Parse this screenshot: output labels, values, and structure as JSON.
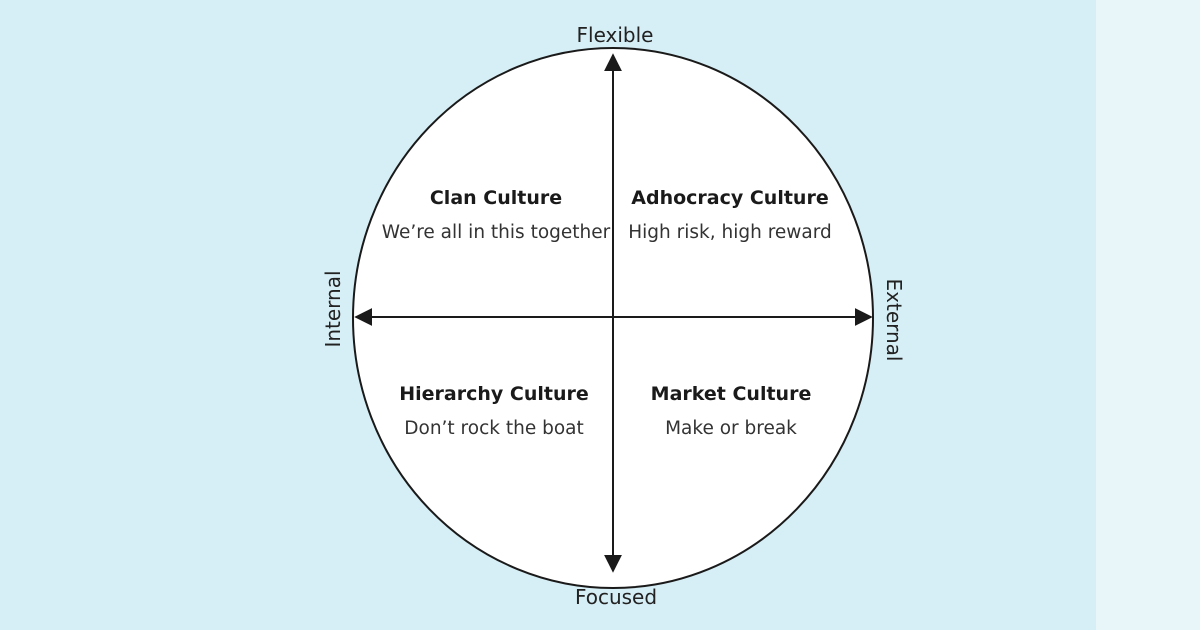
{
  "colors": {
    "background": "#d6eef5",
    "circle_fill": "#ffffff",
    "stroke": "#1a1a1a"
  },
  "axes": {
    "top": "Flexible",
    "bottom": "Focused",
    "left": "Internal",
    "right": "External"
  },
  "quadrants": {
    "top_left": {
      "title": "Clan Culture",
      "subtitle": "We’re all in this together"
    },
    "top_right": {
      "title": "Adhocracy Culture",
      "subtitle": "High risk, high reward"
    },
    "bottom_left": {
      "title": "Hierarchy Culture",
      "subtitle": "Don’t rock the boat"
    },
    "bottom_right": {
      "title": "Market Culture",
      "subtitle": "Make or break"
    }
  }
}
